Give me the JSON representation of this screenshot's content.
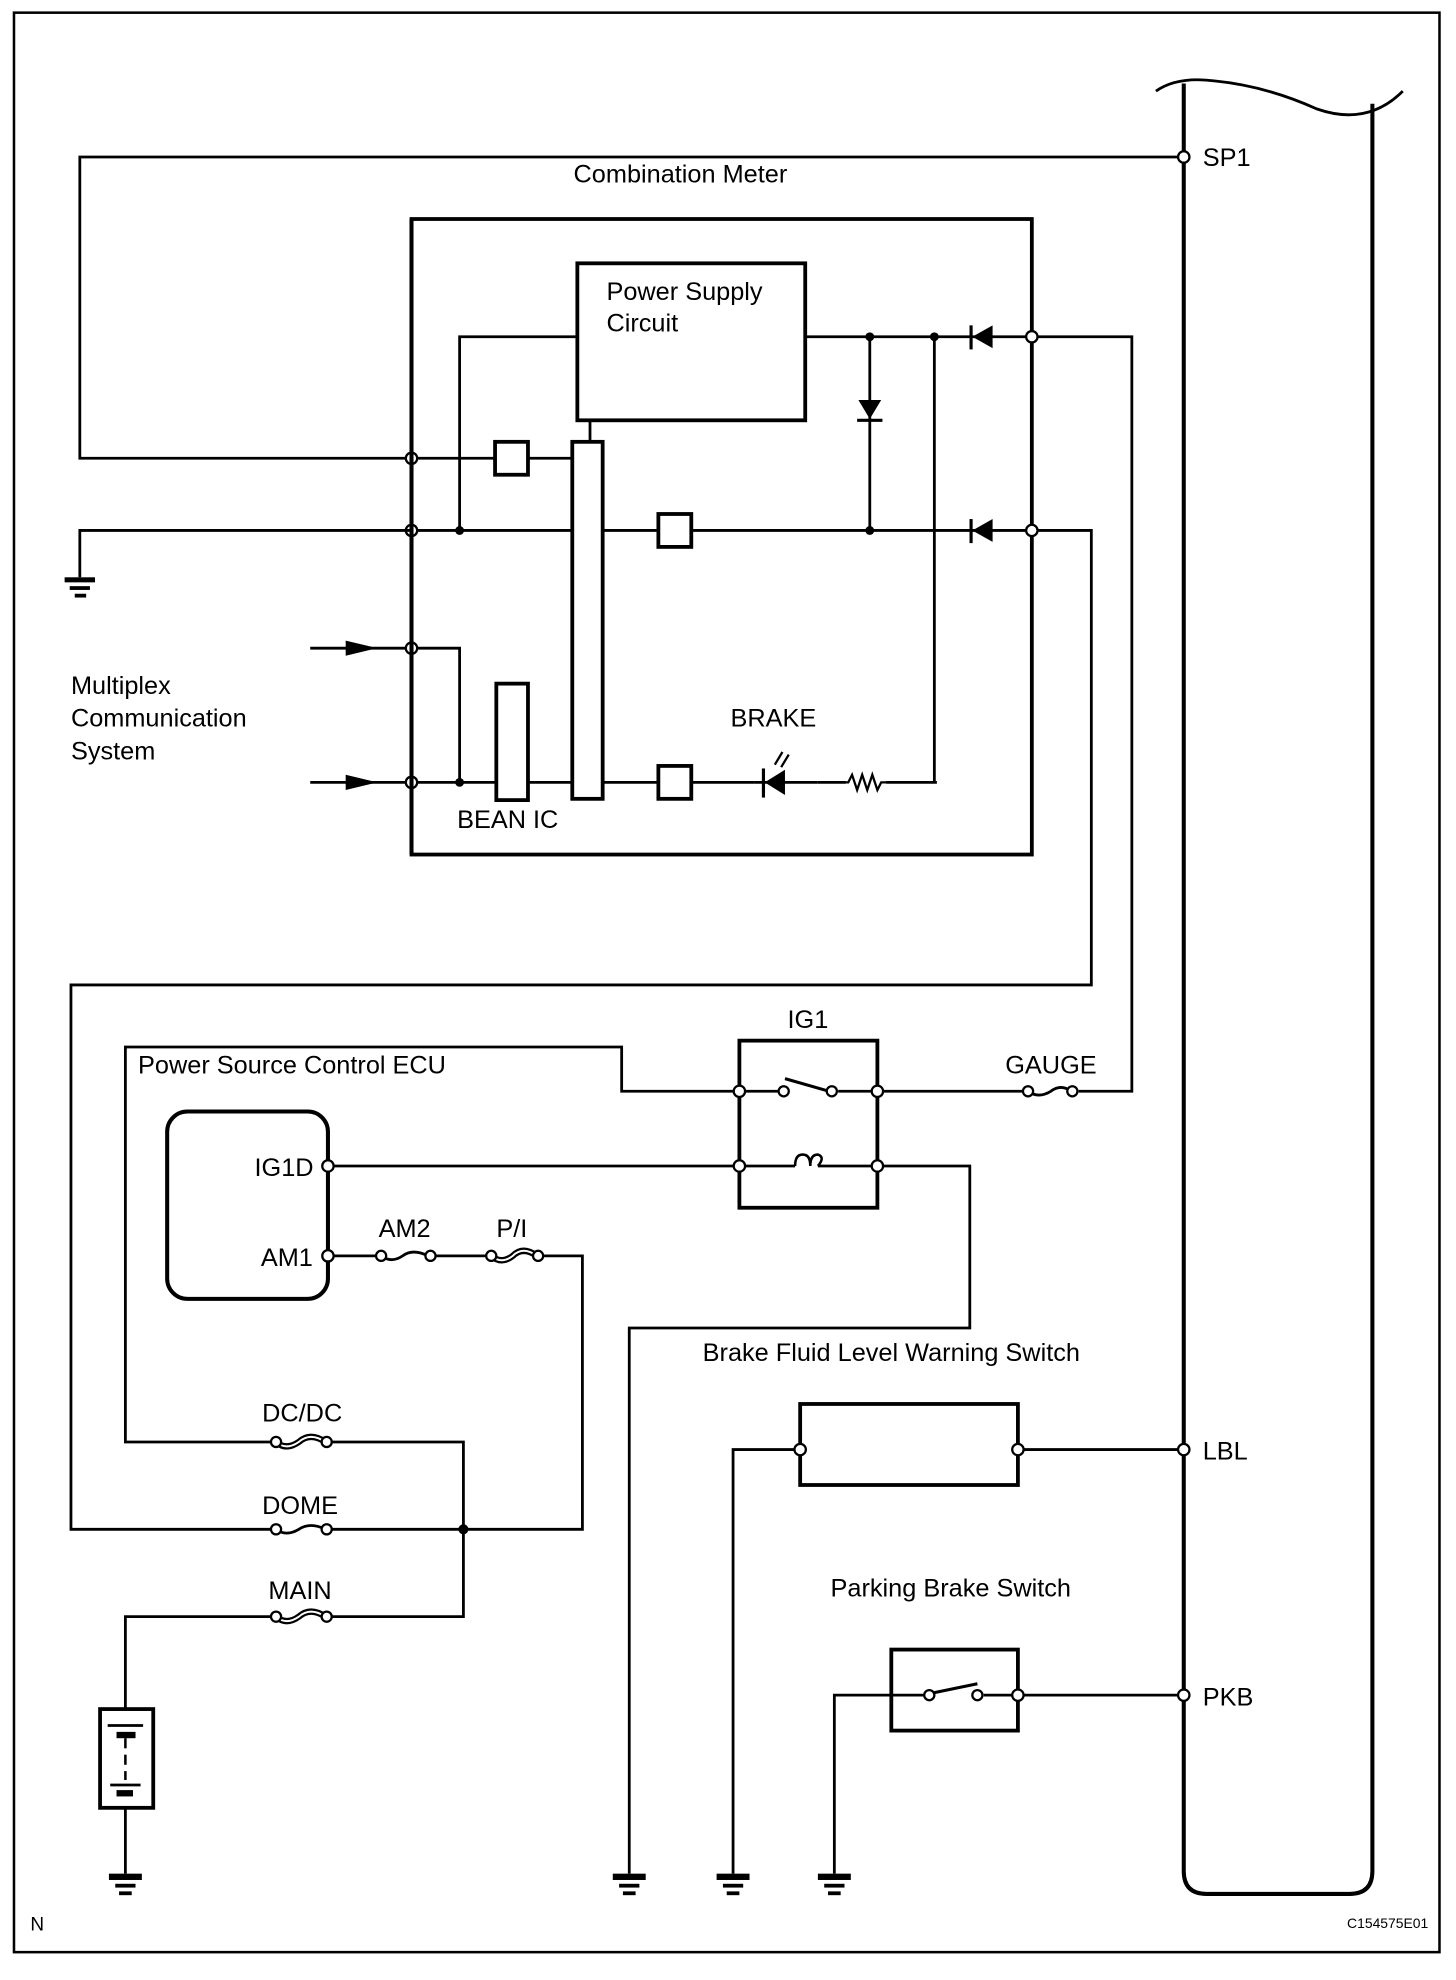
{
  "diagram": {
    "labels": {
      "combination_meter": "Combination Meter",
      "power_supply_line1": "Power Supply",
      "power_supply_line2": "Circuit",
      "multiplex_line1": "Multiplex",
      "multiplex_line2": "Communication",
      "multiplex_line3": "System",
      "bean_ic": "BEAN IC",
      "brake": "BRAKE",
      "power_source_ecu": "Power Source Control ECU",
      "ig1d": "IG1D",
      "am1": "AM1",
      "am2": "AM2",
      "pi": "P/I",
      "ig1": "IG1",
      "gauge": "GAUGE",
      "dcdc": "DC/DC",
      "dome": "DOME",
      "main": "MAIN",
      "brake_fluid_switch": "Brake Fluid Level Warning Switch",
      "parking_brake_switch": "Parking Brake Switch",
      "sp1": "SP1",
      "lbl": "LBL",
      "pkb": "PKB",
      "corner_mark": "N",
      "figure_id": "C154575E01"
    }
  }
}
